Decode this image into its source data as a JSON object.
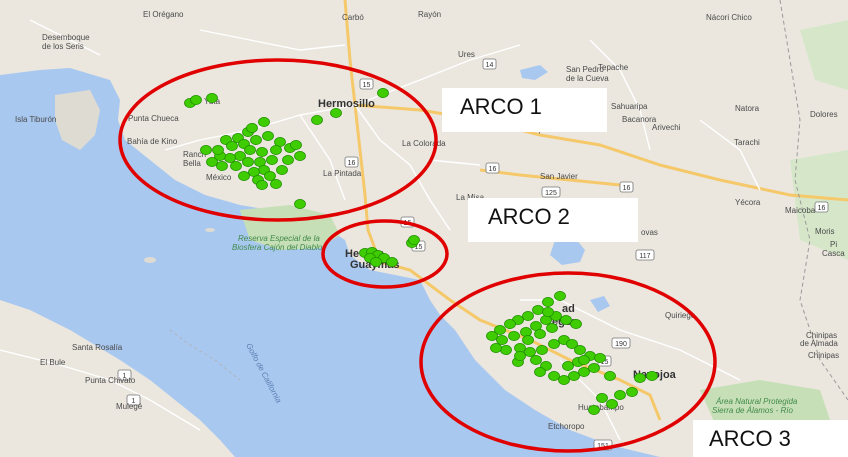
{
  "places": [
    {
      "id": "el-oregano",
      "label": "El Orégano"
    },
    {
      "id": "carbo",
      "label": "Carbó"
    },
    {
      "id": "rayon",
      "label": "Rayón"
    },
    {
      "id": "nacori-chico",
      "label": "Nácori Chico"
    },
    {
      "id": "desemboque-1",
      "label": "Desemboque"
    },
    {
      "id": "desemboque-2",
      "label": "de los Seris"
    },
    {
      "id": "ures",
      "label": "Ures"
    },
    {
      "id": "tepache",
      "label": "Tepache"
    },
    {
      "id": "san-pedro-1",
      "label": "San Pedro"
    },
    {
      "id": "san-pedro-2",
      "label": "de la Cueva"
    },
    {
      "id": "yuta",
      "label": "Yuta"
    },
    {
      "id": "hermosillo",
      "label": "Hermosillo"
    },
    {
      "id": "sahuaripa",
      "label": "Sahuaripa"
    },
    {
      "id": "natora",
      "label": "Natora"
    },
    {
      "id": "dolores",
      "label": "Dolores"
    },
    {
      "id": "isla-tiburon",
      "label": "Isla Tiburón"
    },
    {
      "id": "punta-chueca",
      "label": "Punta Chueca"
    },
    {
      "id": "bacanora",
      "label": "Bacanora"
    },
    {
      "id": "arivechi",
      "label": "Arivechi"
    },
    {
      "id": "villa-pesqueira",
      "label": "Villa Pesqueira"
    },
    {
      "id": "bahia-de-kino",
      "label": "Bahía de Kino"
    },
    {
      "id": "la-colorada",
      "label": "La Colorada"
    },
    {
      "id": "tarachi",
      "label": "Tarachi"
    },
    {
      "id": "ranch",
      "label": "Ranch"
    },
    {
      "id": "bella",
      "label": "Bella"
    },
    {
      "id": "mexico",
      "label": "México"
    },
    {
      "id": "la-pintada",
      "label": "La Pintada"
    },
    {
      "id": "san-javier",
      "label": "San Javier"
    },
    {
      "id": "yecora",
      "label": "Yécora"
    },
    {
      "id": "maicoba",
      "label": "Maicoba"
    },
    {
      "id": "la-misa",
      "label": "La Misa"
    },
    {
      "id": "moris",
      "label": "Moris"
    },
    {
      "id": "heroica-1",
      "label": "He"
    },
    {
      "id": "heroica-2",
      "label": "a"
    },
    {
      "id": "guaymas",
      "label": "Guaymas"
    },
    {
      "id": "ovas",
      "label": "ovas"
    },
    {
      "id": "pi",
      "label": "Pi"
    },
    {
      "id": "casca",
      "label": "Casca"
    },
    {
      "id": "cd-obregon-1",
      "label": "ad"
    },
    {
      "id": "cd-obregon-2",
      "label": "egón"
    },
    {
      "id": "quiriego",
      "label": "Quiriego"
    },
    {
      "id": "santa-rosalia",
      "label": "Santa Rosalía"
    },
    {
      "id": "chinipas-1",
      "label": "Chinipas"
    },
    {
      "id": "chinipas-2",
      "label": "de Almada"
    },
    {
      "id": "chinipas-3",
      "label": "Chinipas"
    },
    {
      "id": "el-bule",
      "label": "El Bule"
    },
    {
      "id": "punta-chivato",
      "label": "Punta Chivato"
    },
    {
      "id": "navojoa",
      "label": "Navojoa"
    },
    {
      "id": "mulege",
      "label": "Mulegé"
    },
    {
      "id": "huatabampo",
      "label": "Huatabampo"
    },
    {
      "id": "etchoropo",
      "label": "Etchoropo"
    },
    {
      "id": "area-natural-1",
      "label": "Área Natural Protegida"
    },
    {
      "id": "area-natural-2",
      "label": "Sierra de Álamos - Río"
    }
  ],
  "water_labels": [
    {
      "id": "golfo",
      "label": "Golfo de California"
    }
  ],
  "park_labels": [
    {
      "id": "reserva-1",
      "label": "Reserva Especial de la"
    },
    {
      "id": "reserva-2",
      "label": "Biosfera Cajón del Diablo"
    }
  ],
  "road_shields": [
    "14",
    "15",
    "16",
    "15",
    "125",
    "16",
    "16",
    "117",
    "190",
    "15",
    "1",
    "1",
    "151",
    "15",
    "16"
  ],
  "arcos": [
    {
      "id": "arco-1",
      "label": "ARCO 1"
    },
    {
      "id": "arco-2",
      "label": "ARCO 2"
    },
    {
      "id": "arco-3",
      "label": "ARCO 3"
    }
  ],
  "colors": {
    "water": "#a9c8f0",
    "land": "#ebe7df",
    "circle": "#e00000",
    "marker": "#3fcc00",
    "marker_dark": "#1f8f00",
    "road_major": "#f5c86a",
    "road_minor": "#ffffff",
    "park": "#c7dfb6"
  }
}
